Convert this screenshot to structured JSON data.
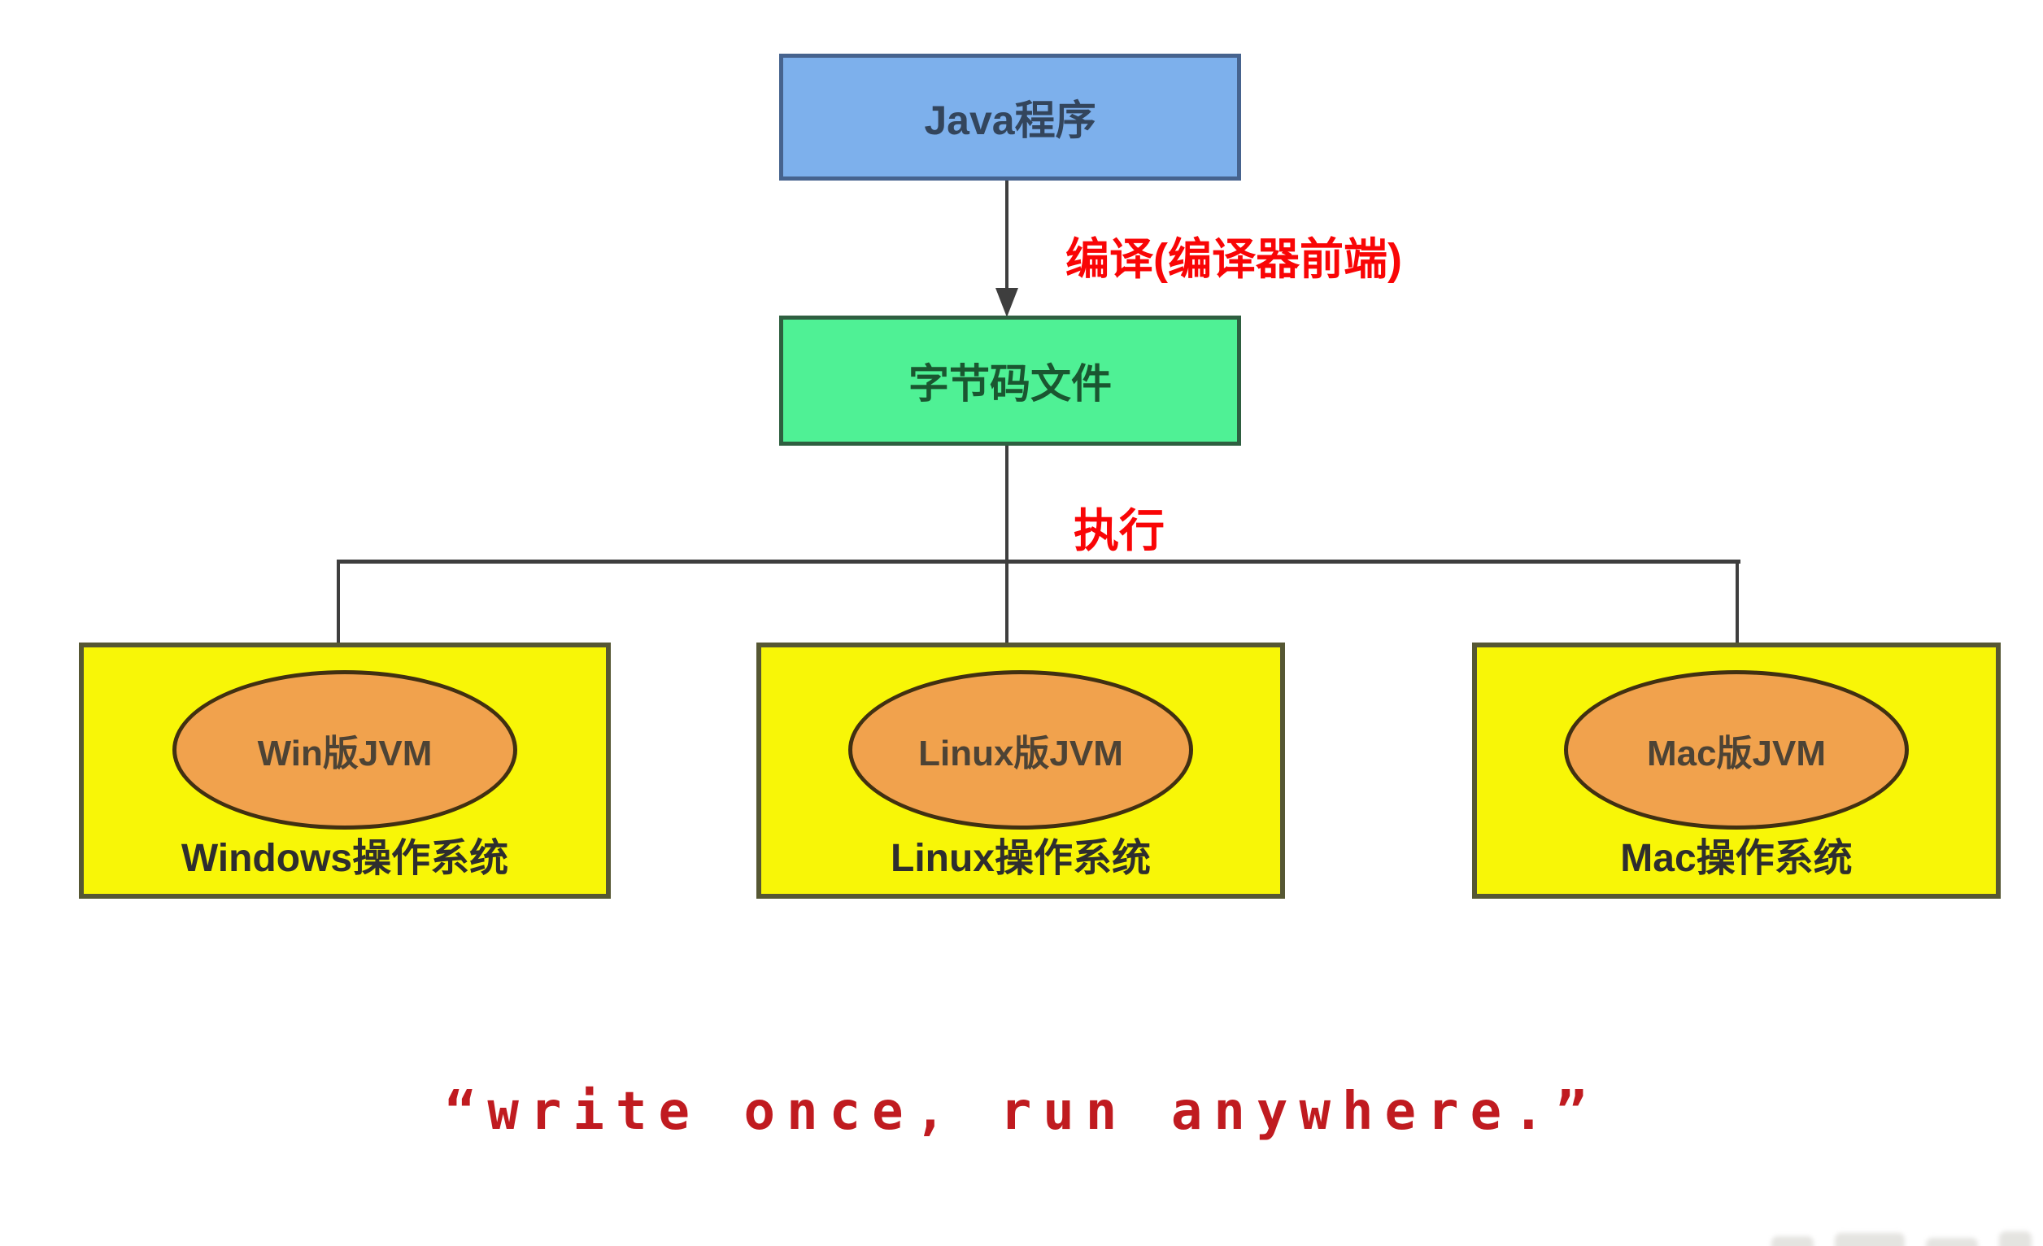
{
  "diagram": {
    "java_box": {
      "label": "Java程序"
    },
    "bytecode_box": {
      "label": "字节码文件"
    },
    "edges": {
      "compile_label": "编译(编译器前端)",
      "execute_label": "执行"
    },
    "platforms": [
      {
        "jvm": "Win版JVM",
        "os": "Windows操作系统"
      },
      {
        "jvm": "Linux版JVM",
        "os": "Linux操作系统"
      },
      {
        "jvm": "Mac版JVM",
        "os": "Mac操作系统"
      }
    ],
    "quote": "“write once, run anywhere.”",
    "colors": {
      "java_box_fill": "#7DB0EC",
      "java_box_border": "#46638E",
      "bytecode_box_fill": "#4FF195",
      "bytecode_box_border": "#2E5F40",
      "platform_box_fill": "#F8F607",
      "platform_box_border": "#565733",
      "jvm_ellipse_fill": "#F1A24D",
      "jvm_ellipse_border": "#413011",
      "edge_label_color": "#F90506",
      "quote_color": "#C01B20",
      "connector_color": "#3E3E3E"
    }
  }
}
